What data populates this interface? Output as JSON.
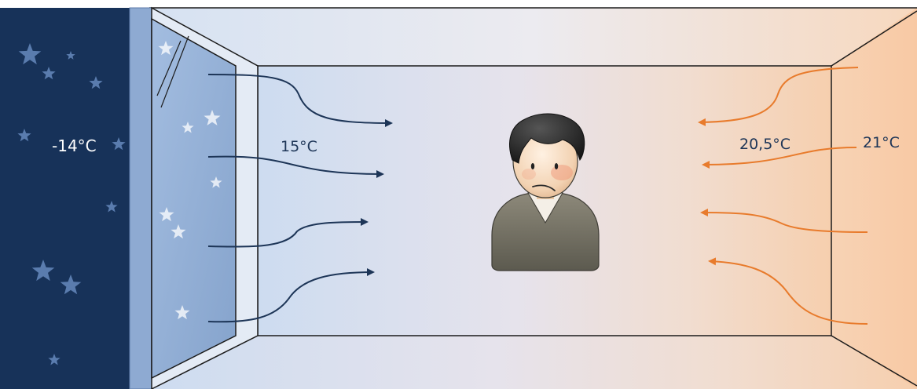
{
  "labels": {
    "outside_temp": "-14°C",
    "window_side_temp": "15°C",
    "room_side_temp": "20,5°C",
    "wall_temp": "21°C"
  },
  "colors": {
    "night_sky": "#173259",
    "window_glass": "#92aed3",
    "cold_arrow": "#1d3557",
    "warm_arrow": "#e87b2c",
    "room_cold": "#cddcf0",
    "room_warm": "#f6cfae",
    "star": "#5a7cae",
    "person_body": "#6f6c5f"
  },
  "icons": {
    "person": "uncomfortable-person-icon",
    "stars": "star-icon"
  },
  "cold_air_flow_count": 4,
  "warm_air_flow_count": 4
}
